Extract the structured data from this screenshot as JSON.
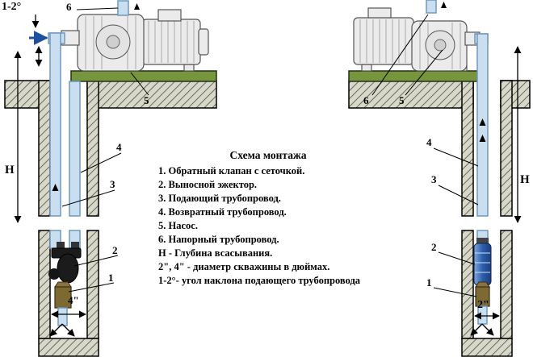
{
  "title": "Схема монтажа",
  "legend": [
    "1. Обратный клапан с сеточкой.",
    "2. Выносной эжектор.",
    "3. Подающий трубопровод.",
    "4. Возвратный трубопровод.",
    "5. Насос.",
    "6. Напорный трубопровод.",
    "Н - Глубина всасывания.",
    "2\", 4\" - диаметр скважины в дюймах.",
    "1-2°- угол наклона подающего трубопровода"
  ],
  "left": {
    "angle": "1-2°",
    "depth": "Н",
    "diameter": "4\"",
    "c1": "1",
    "c2": "2",
    "c3": "3",
    "c4": "4",
    "c5": "5",
    "c6": "6"
  },
  "right": {
    "depth": "Н",
    "diameter": "2\"",
    "c1": "1",
    "c2": "2",
    "c3": "3",
    "c4": "4",
    "c5": "5",
    "c6": "6"
  },
  "colors": {
    "pipe": "#c9dff0",
    "ground_fill": "#d8d8ca",
    "base_plate": "#76953c",
    "ejector_blue": "#2c5eae"
  }
}
